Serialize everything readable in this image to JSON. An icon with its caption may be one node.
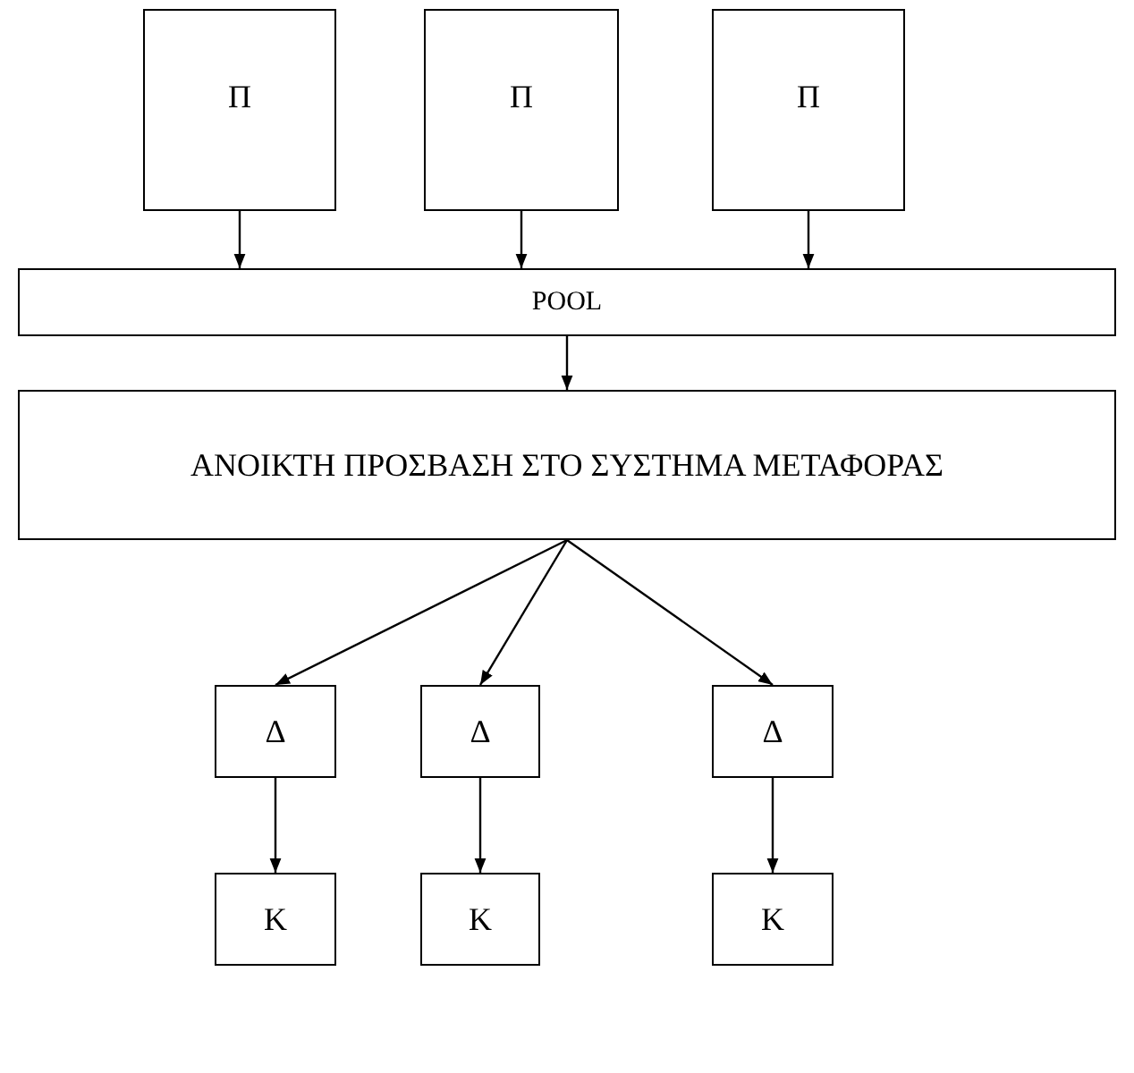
{
  "diagram": {
    "nodes": [
      {
        "text": [
          "Π"
        ]
      },
      {
        "text": [
          "Π"
        ]
      },
      {
        "text": [
          "Π"
        ]
      },
      {
        "text": [
          "POOL"
        ]
      },
      {
        "text": [
          "ΑΝΟΙΚΤΗ ΠΡΟΣΒΑΣΗ ΣΤΟ ΣΥΣΤΗΜΑ ΜΕΤΑΦΟΡΑΣ"
        ]
      },
      {
        "text": [
          "Δ"
        ]
      },
      {
        "text": [
          "Δ"
        ]
      },
      {
        "text": [
          "Δ"
        ]
      },
      {
        "text": [
          "Κ"
        ]
      },
      {
        "text": [
          "Κ"
        ]
      },
      {
        "text": [
          "Κ"
        ]
      }
    ],
    "edges": [
      {
        "from": 0,
        "to": 3,
        "arrow": "to"
      },
      {
        "from": 1,
        "to": 3,
        "arrow": "to"
      },
      {
        "from": 2,
        "to": 3,
        "arrow": "to"
      },
      {
        "from": 3,
        "to": 4,
        "arrow": "to"
      },
      {
        "from": 4,
        "to": 5,
        "arrow": "to"
      },
      {
        "from": 4,
        "to": 6,
        "arrow": "to"
      },
      {
        "from": 4,
        "to": 7,
        "arrow": "to"
      },
      {
        "from": 5,
        "to": 8,
        "arrow": "to"
      },
      {
        "from": 6,
        "to": 9,
        "arrow": "to"
      },
      {
        "from": 7,
        "to": 10,
        "arrow": "to"
      }
    ]
  }
}
